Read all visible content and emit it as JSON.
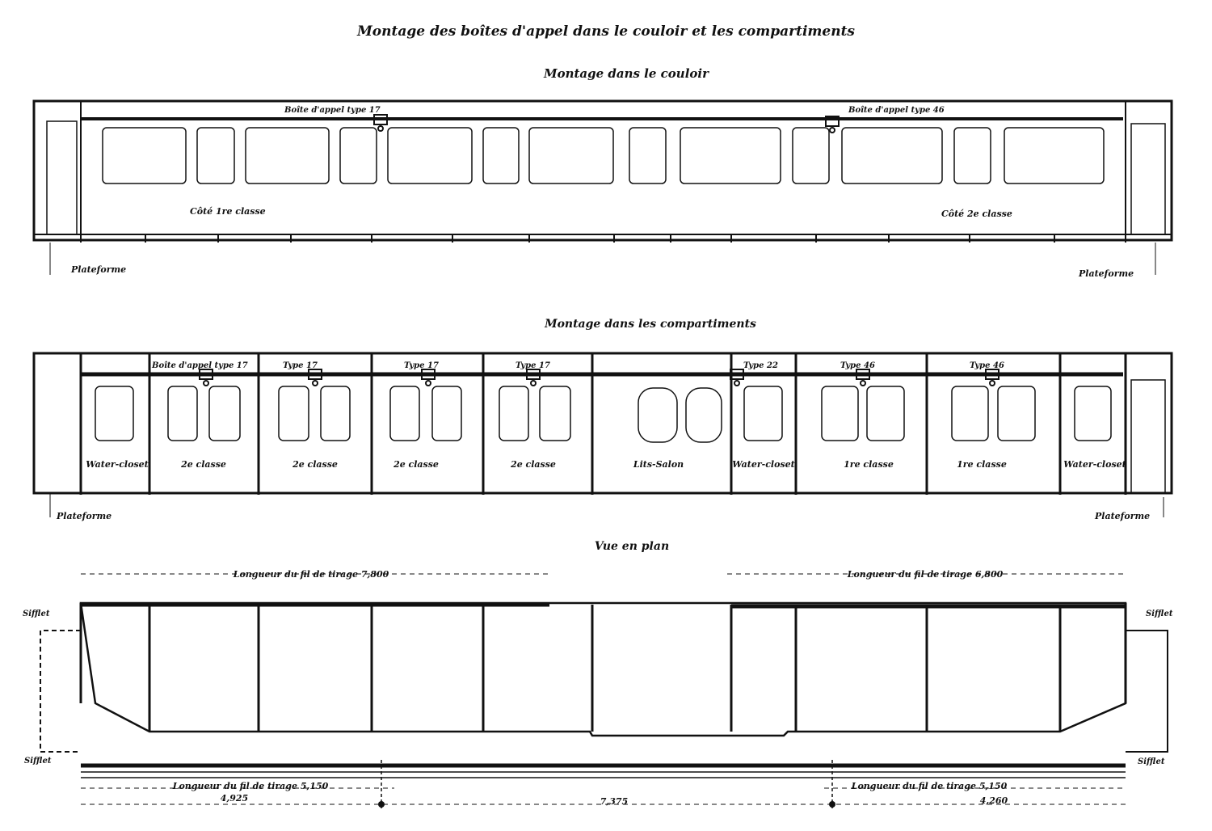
{
  "title": "Montage des boîtes d'appel dans le couloir et les compartiments",
  "corridor": {
    "heading": "Montage dans le couloir",
    "box_left": "Boîte d'appel type 17",
    "box_right": "Boîte d'appel type 46",
    "side_left": "Côté 1re classe",
    "side_right": "Côté 2e classe",
    "platform_left": "Plateforme",
    "platform_right": "Plateforme"
  },
  "compartments": {
    "heading": "Montage dans les compartiments",
    "boxes": [
      "Boîte d'appel type 17",
      "Type 17",
      "Type 17",
      "Type 17",
      "Type 22",
      "Type 46",
      "Type 46"
    ],
    "labels": [
      "Water-closet",
      "2e classe",
      "2e classe",
      "2e classe",
      "2e classe",
      "Lits-Salon",
      "Water-closet",
      "1re classe",
      "1re classe",
      "Water-closet"
    ],
    "platform_left": "Plateforme",
    "platform_right": "Plateforme"
  },
  "plan": {
    "heading": "Vue en plan",
    "wire_left": "Longueur du fil de tirage 7,800",
    "wire_right": "Longueur du fil de tirage 6,800",
    "whistle_tl": "Sifflet",
    "whistle_bl": "Sifflet",
    "whistle_tr": "Sifflet",
    "whistle_br": "Sifflet",
    "bottom_wire_left": "Longueur du fil de tirage 5,150",
    "bottom_wire_right": "Longueur du fil de tirage 5,150",
    "dim_left": "4,925",
    "dim_center": "7,375",
    "dim_right": "4,260"
  }
}
